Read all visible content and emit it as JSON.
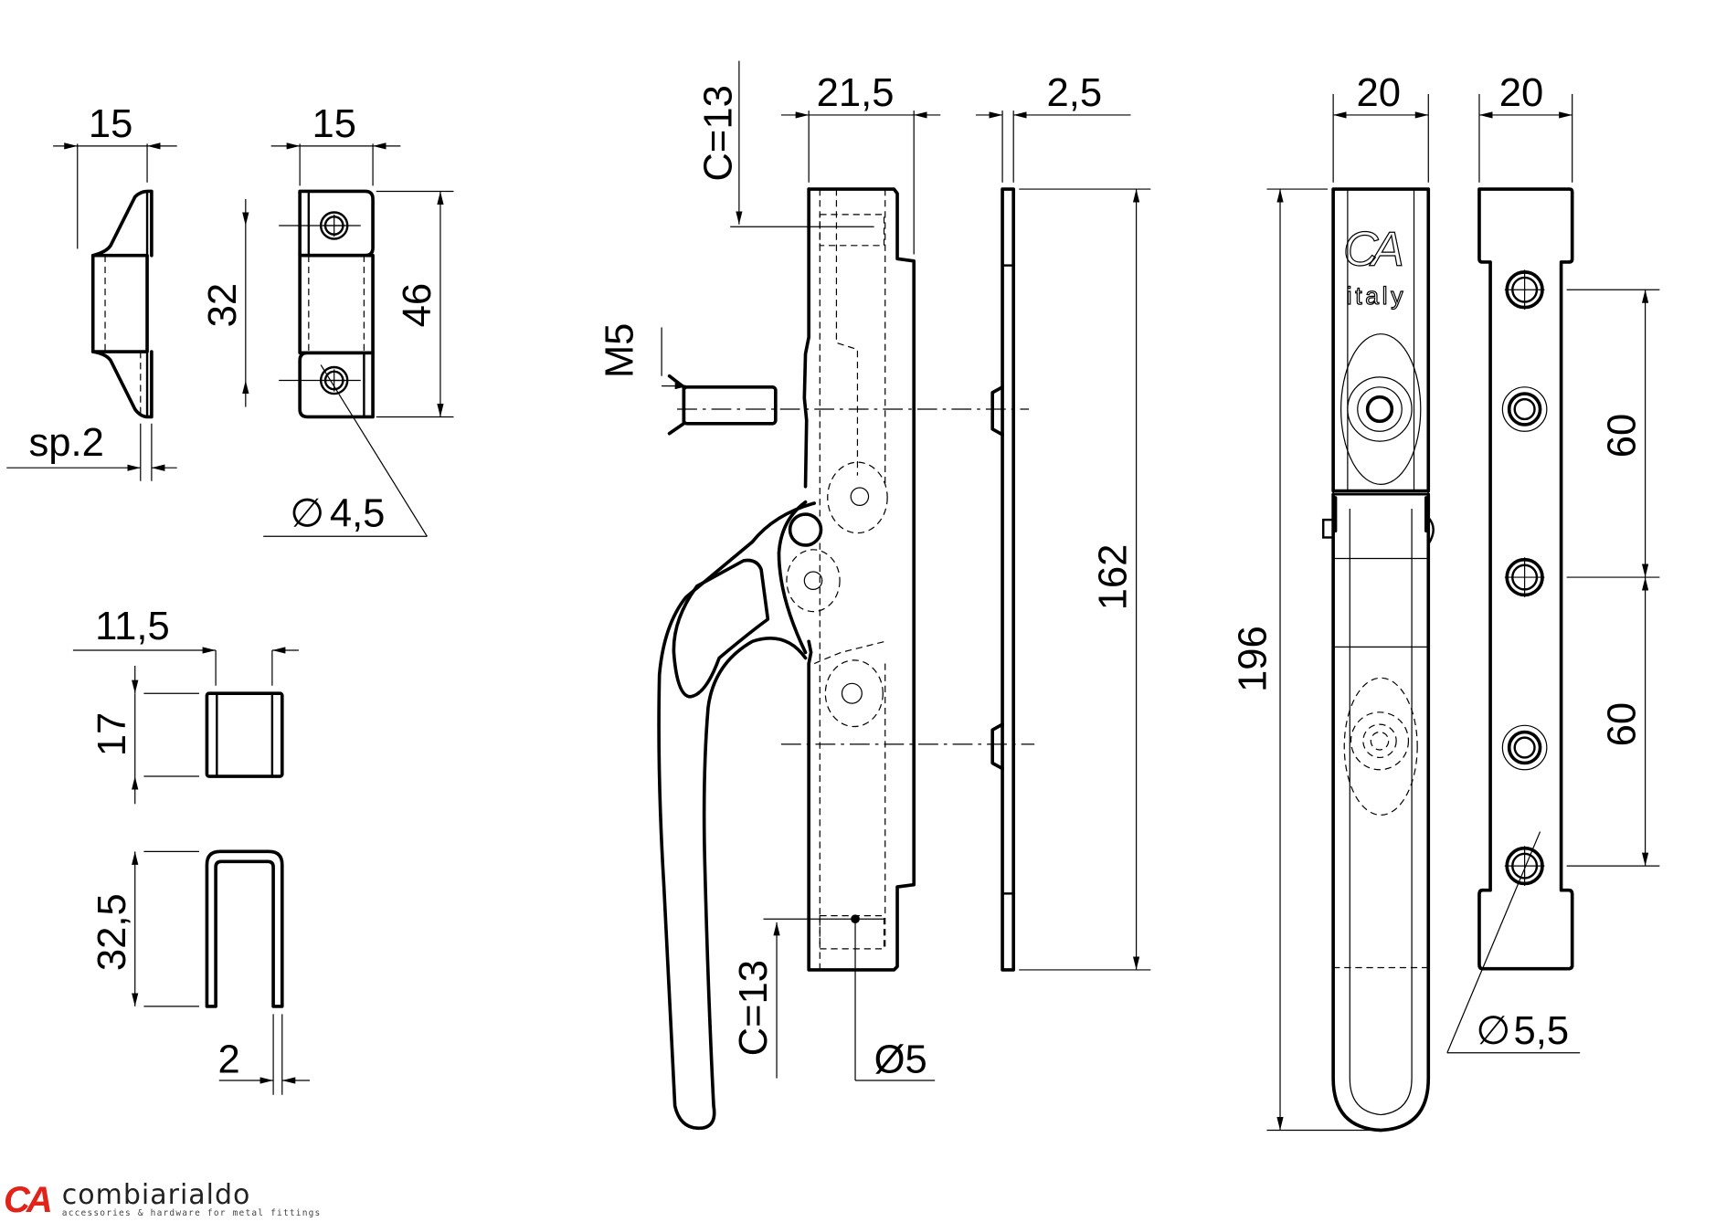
{
  "drawing": {
    "striker": {
      "side_width": "15",
      "front_width": "15",
      "hole_spacing": "32",
      "height": "46",
      "thickness": "sp.2",
      "hole_diameter": "4,5"
    },
    "spacer": {
      "width": "11,5",
      "height": "17"
    },
    "clip": {
      "height": "32,5",
      "thickness": "2"
    },
    "handle_side": {
      "width": "21,5",
      "c_top": "C=13",
      "c_bottom": "C=13",
      "screw": "M5",
      "pin_diameter": "Ø5"
    },
    "gasket": {
      "thickness": "2,5",
      "length": "162"
    },
    "handle_front": {
      "width": "20",
      "length": "196",
      "engraving_mark": "CA",
      "engraving_text": "italy"
    },
    "base_plate": {
      "width": "20",
      "spacing_top": "60",
      "spacing_bottom": "60",
      "hole_diameter": "5,5"
    }
  },
  "diameter_symbol": "∅",
  "brand": {
    "mark": "CA",
    "name": "combiarialdo",
    "tagline": "accessories & hardware for metal fittings",
    "color": "#e2231a"
  }
}
